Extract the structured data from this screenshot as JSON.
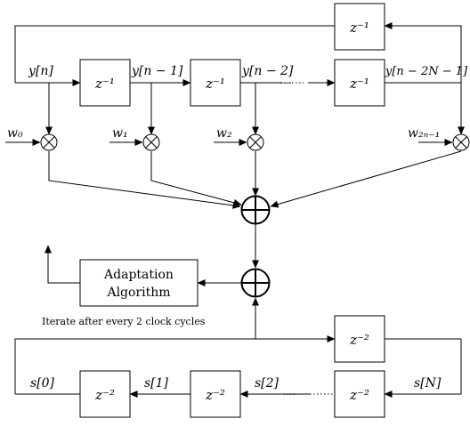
{
  "blocks": {
    "delay_z1": "z⁻¹",
    "delay_z2": "z⁻²",
    "adaptation_line1": "Adaptation",
    "adaptation_line2": "Algorithm"
  },
  "signals": {
    "y0": "y[n]",
    "y1": "y[n − 1]",
    "y2": "y[n − 2]",
    "y3": "y[n − 2N − 1]",
    "s0": "s[0]",
    "s1": "s[1]",
    "s2": "s[2]",
    "sN": "s[N]"
  },
  "weights": {
    "w0": "w₀",
    "w1": "w₁",
    "w2": "w₂",
    "wN": "w₂ₙ₋₁"
  },
  "note": "Iterate after every 2 clock cycles",
  "ellipsis": "····"
}
